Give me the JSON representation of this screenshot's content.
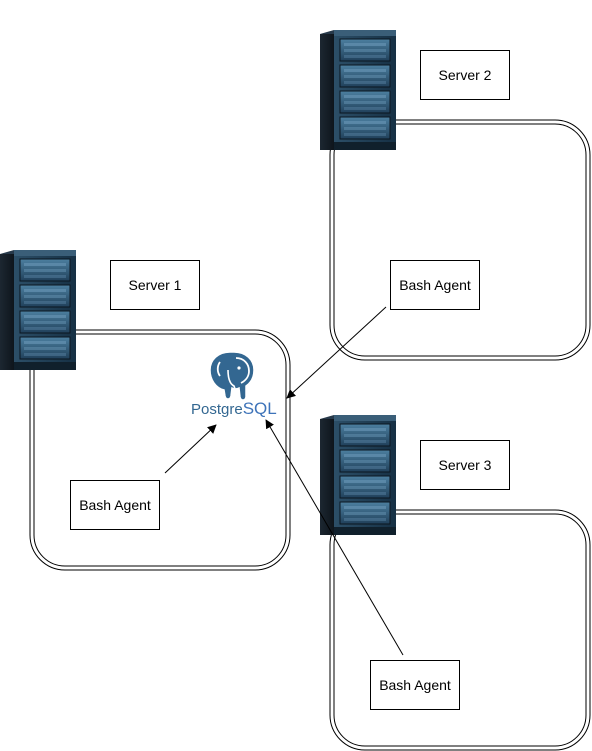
{
  "servers": [
    {
      "id": "server1",
      "label": "Server 1"
    },
    {
      "id": "server2",
      "label": "Server 2"
    },
    {
      "id": "server3",
      "label": "Server 3"
    }
  ],
  "agents": [
    {
      "server": "server1",
      "label": "Bash Agent"
    },
    {
      "server": "server2",
      "label": "Bash Agent"
    },
    {
      "server": "server3",
      "label": "Bash Agent"
    }
  ],
  "database": {
    "logo_text_main": "Postgre",
    "logo_text_accent": "SQL",
    "logo_color": "#336791",
    "accent_color": "#3d73b9"
  },
  "icons": {
    "server": "server-rack-icon",
    "database": "postgresql-elephant-icon"
  }
}
